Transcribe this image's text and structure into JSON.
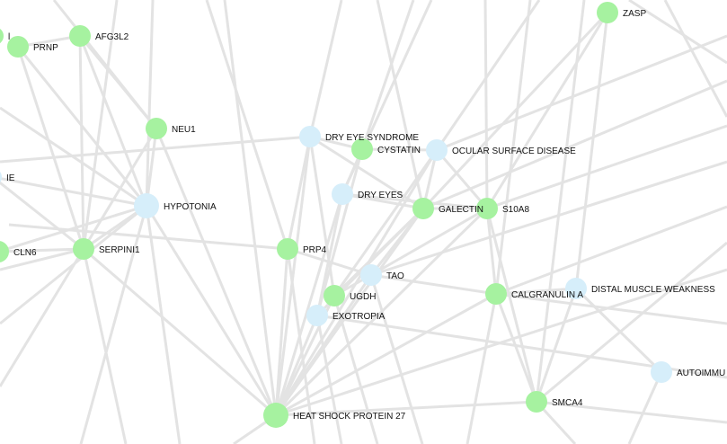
{
  "colors": {
    "gene_node": "#a6f2a0",
    "phenotype_node": "#d6eefa",
    "edge": "#e3e3e3",
    "label": "#111111"
  },
  "nodes": [
    {
      "id": "zasp",
      "label": "ZASP",
      "kind": "gene"
    },
    {
      "id": "prnp",
      "label": "PRNP",
      "kind": "gene"
    },
    {
      "id": "afg3l2",
      "label": "AFG3L2",
      "kind": "gene"
    },
    {
      "id": "neu1",
      "label": "NEU1",
      "kind": "gene"
    },
    {
      "id": "dry-eye-syndrome",
      "label": "DRY EYE SYNDROME",
      "kind": "phenotype"
    },
    {
      "id": "cystatin",
      "label": "CYSTATIN",
      "kind": "gene"
    },
    {
      "id": "ocular-surface-disease",
      "label": "OCULAR SURFACE DISEASE",
      "kind": "phenotype"
    },
    {
      "id": "dry-eyes",
      "label": "DRY EYES",
      "kind": "phenotype"
    },
    {
      "id": "galectin",
      "label": "GALECTIN",
      "kind": "gene"
    },
    {
      "id": "s10a8",
      "label": "S10A8",
      "kind": "gene"
    },
    {
      "id": "hypotonia",
      "label": "HYPOTONIA",
      "kind": "phenotype"
    },
    {
      "id": "serpini1",
      "label": "SERPINI1",
      "kind": "gene"
    },
    {
      "id": "cln6",
      "label": "CLN6",
      "kind": "gene"
    },
    {
      "id": "prp4",
      "label": "PRP4",
      "kind": "gene"
    },
    {
      "id": "tao",
      "label": "TAO",
      "kind": "phenotype"
    },
    {
      "id": "ugdh",
      "label": "UGDH",
      "kind": "gene"
    },
    {
      "id": "exotropia",
      "label": "EXOTROPIA",
      "kind": "phenotype"
    },
    {
      "id": "calgranulin-a",
      "label": "CALGRANULIN A",
      "kind": "gene"
    },
    {
      "id": "distal-muscle-weakness",
      "label": "DISTAL MUSCLE WEAKNESS",
      "kind": "phenotype"
    },
    {
      "id": "autoimmu",
      "label": "AUTOIMMU",
      "kind": "phenotype"
    },
    {
      "id": "smca4",
      "label": "SMCA4",
      "kind": "gene"
    },
    {
      "id": "heat-shock-protein-27",
      "label": "HEAT SHOCK PROTEIN 27",
      "kind": "gene"
    },
    {
      "id": "partial-me",
      "label": "IE",
      "kind": "phenotype"
    },
    {
      "id": "partial-top-left",
      "label": "l",
      "kind": "gene"
    }
  ]
}
